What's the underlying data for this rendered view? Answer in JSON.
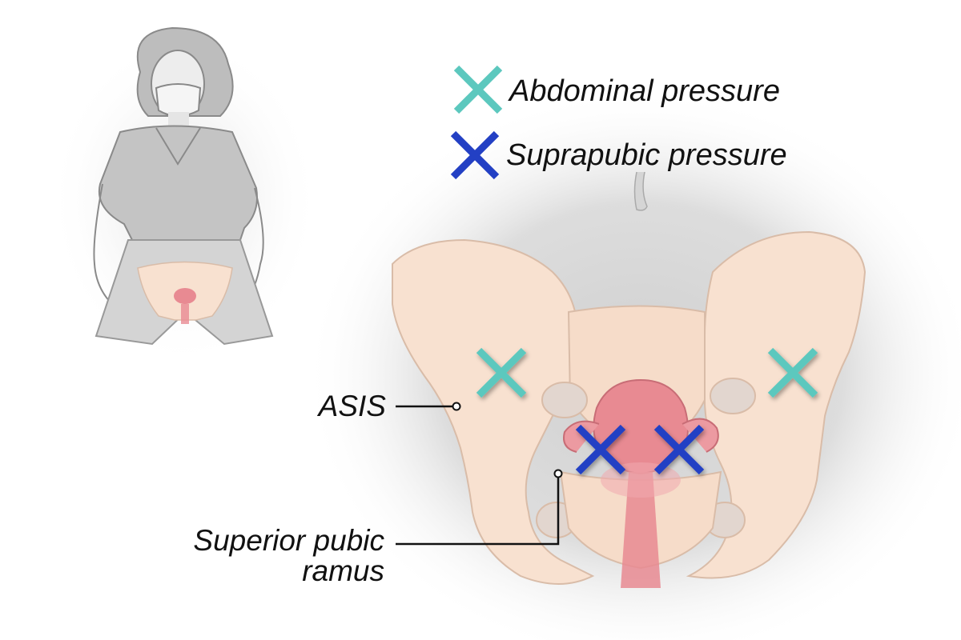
{
  "legend": {
    "abdominal": {
      "label": "Abdominal pressure",
      "color": "#5cc8be"
    },
    "suprapubic": {
      "label": "Suprapubic pressure",
      "color": "#2340c4"
    }
  },
  "labels": {
    "asis": "ASIS",
    "superior_pubic_ramus_line1": "Superior pubic",
    "superior_pubic_ramus_line2": "ramus"
  },
  "colors": {
    "bone": "#f8e1d0",
    "bone_outline": "#d9bca8",
    "uterus": "#e88a92",
    "shadow": "#d4d4d4",
    "figure_gray": "#9e9e9e"
  },
  "markers": [
    {
      "type": "abdominal"
    },
    {
      "type": "abdominal"
    },
    {
      "type": "suprapubic"
    },
    {
      "type": "suprapubic"
    }
  ]
}
